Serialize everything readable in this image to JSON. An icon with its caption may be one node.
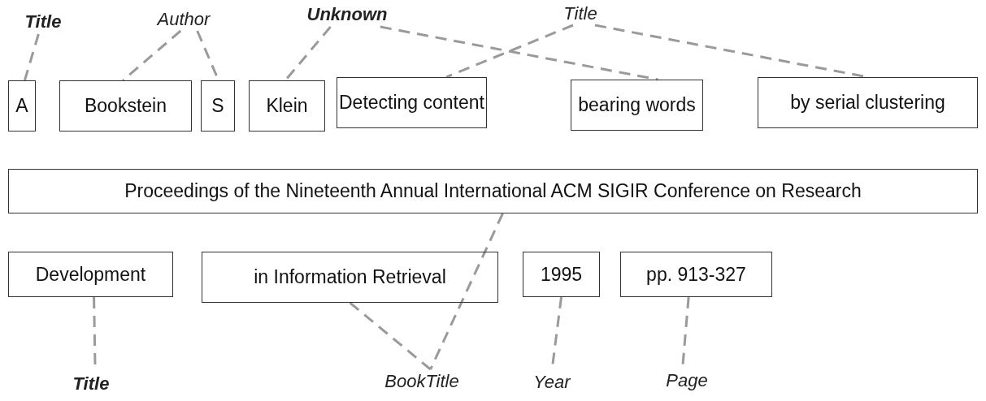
{
  "diagram": {
    "nodes": [
      {
        "text": [
          "Title"
        ]
      },
      {
        "text": [
          "Author"
        ]
      },
      {
        "text": [
          "Unknown"
        ]
      },
      {
        "text": [
          "Title"
        ]
      },
      {
        "text": [
          "A"
        ]
      },
      {
        "text": [
          "Bookstein"
        ]
      },
      {
        "text": [
          "S"
        ]
      },
      {
        "text": [
          "Klein"
        ]
      },
      {
        "text": [
          "Detecting content"
        ]
      },
      {
        "text": [
          "bearing words"
        ]
      },
      {
        "text": [
          "by serial clustering"
        ]
      },
      {
        "text": [
          "Proceedings of the Nineteenth Annual International ACM SIGIR Conference on Research"
        ]
      },
      {
        "text": [
          "Development"
        ]
      },
      {
        "text": [
          "in Information Retrieval"
        ]
      },
      {
        "text": [
          "1995"
        ]
      },
      {
        "text": [
          "pp. 913-327"
        ]
      },
      {
        "text": [
          "Title"
        ]
      },
      {
        "text": [
          "BookTitle"
        ]
      },
      {
        "text": [
          "Year"
        ]
      },
      {
        "text": [
          "Page"
        ]
      }
    ],
    "edges": [
      {
        "from": 0,
        "to": 4,
        "arrow": "none",
        "style": "dashed"
      },
      {
        "from": 1,
        "to": 5,
        "arrow": "none",
        "style": "dashed"
      },
      {
        "from": 1,
        "to": 6,
        "arrow": "none",
        "style": "dashed"
      },
      {
        "from": 2,
        "to": 7,
        "arrow": "none",
        "style": "dashed"
      },
      {
        "from": 2,
        "to": 9,
        "arrow": "none",
        "style": "dashed"
      },
      {
        "from": 3,
        "to": 8,
        "arrow": "none",
        "style": "dashed"
      },
      {
        "from": 3,
        "to": 10,
        "arrow": "none",
        "style": "dashed"
      },
      {
        "from": 12,
        "to": 16,
        "arrow": "none",
        "style": "dashed"
      },
      {
        "from": 11,
        "to": 17,
        "arrow": "none",
        "style": "dashed"
      },
      {
        "from": 13,
        "to": 17,
        "arrow": "none",
        "style": "dashed"
      },
      {
        "from": 14,
        "to": 18,
        "arrow": "none",
        "style": "dashed"
      },
      {
        "from": 15,
        "to": 19,
        "arrow": "none",
        "style": "dashed"
      }
    ]
  }
}
